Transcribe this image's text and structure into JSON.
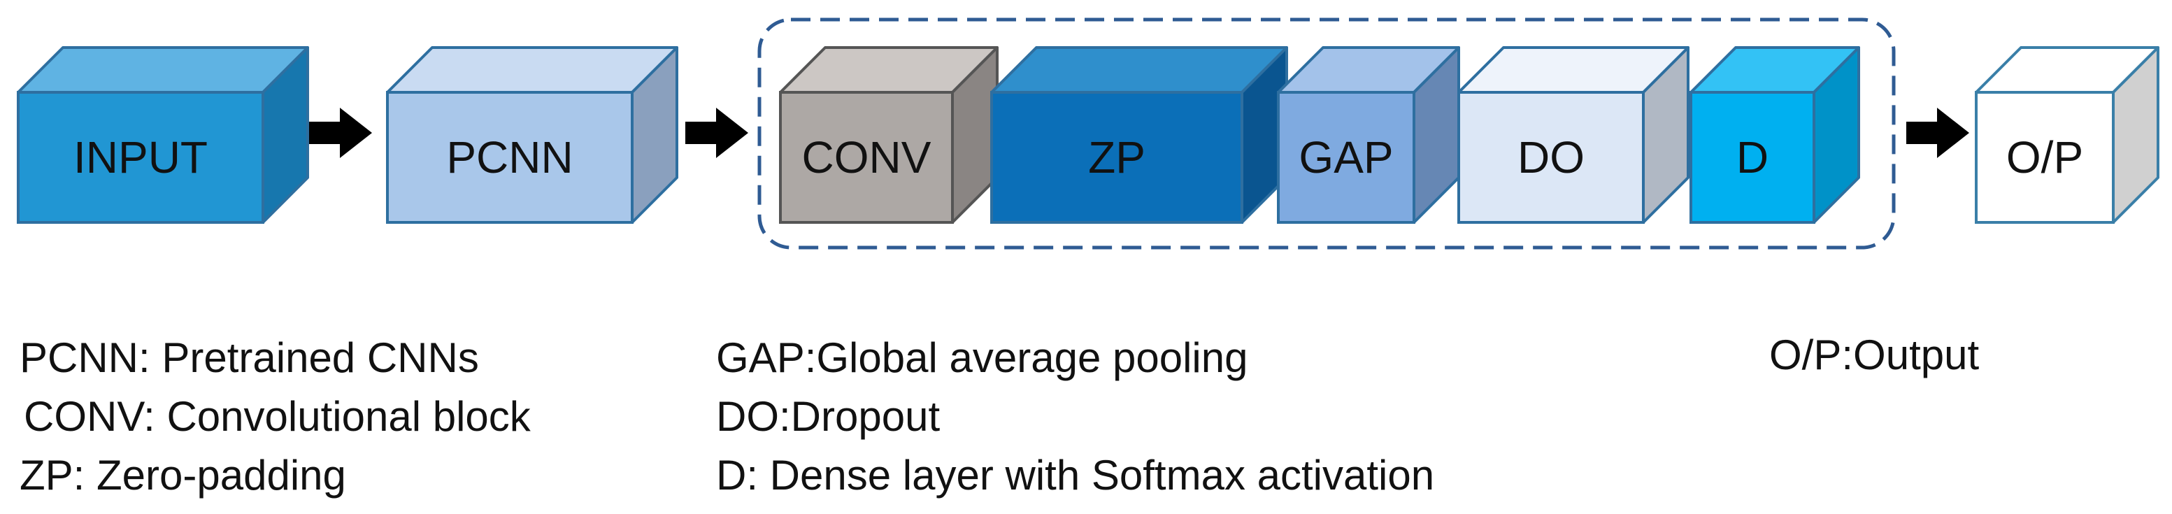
{
  "blocks": [
    {
      "id": "input",
      "label": "INPUT",
      "front": "#2196D3",
      "top": "#5FB3E3",
      "side": "#1777AE",
      "text": "#111111"
    },
    {
      "id": "pcnn",
      "label": "PCNN",
      "front": "#A9C7EA",
      "top": "#C9DBF2",
      "side": "#8AA0BE",
      "text": "#111111"
    },
    {
      "id": "conv",
      "label": "CONV",
      "front": "#ADA8A5",
      "top": "#CCC7C4",
      "side": "#8A8583",
      "text": "#111111"
    },
    {
      "id": "zp",
      "label": "ZP",
      "front": "#0B6FB8",
      "top": "#2F8FCC",
      "side": "#0A5590",
      "text": "#111111"
    },
    {
      "id": "gap",
      "label": "GAP",
      "front": "#7FAAE0",
      "top": "#A3C2EA",
      "side": "#6687B4",
      "text": "#111111"
    },
    {
      "id": "do",
      "label": "DO",
      "front": "#DCE7F6",
      "top": "#EEF3FB",
      "side": "#B0B8C4",
      "text": "#111111"
    },
    {
      "id": "d",
      "label": "D",
      "front": "#00B0F0",
      "top": "#33C2F5",
      "side": "#0092C8",
      "text": "#111111"
    },
    {
      "id": "op",
      "label": "O/P",
      "front": "#FFFFFF",
      "top": "#FFFFFF",
      "side": "#D0D0D0",
      "text": "#111111"
    }
  ],
  "legend": {
    "pcnn": "PCNN: Pretrained CNNs",
    "conv": "CONV: Convolutional block",
    "zp": "ZP: Zero-padding",
    "gap": "GAP:Global average pooling",
    "do": "DO:Dropout",
    "d": "D: Dense layer with Softmax activation",
    "op": "O/P:Output"
  },
  "colors": {
    "border": "#2E6FA0",
    "dashed_group": "#2F5B93",
    "arrow": "#000000"
  }
}
